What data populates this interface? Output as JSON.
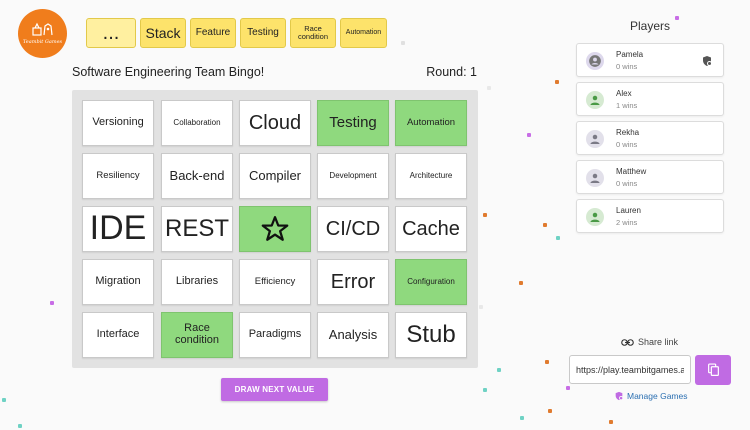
{
  "app": {
    "logo_text": "Teambit Games"
  },
  "history": {
    "more_label": "...",
    "called": [
      "Stack",
      "Feature",
      "Testing",
      "Race condition",
      "Automation"
    ]
  },
  "game": {
    "title": "Software Engineering Team Bingo!",
    "round_label": "Round:",
    "round_value": "1"
  },
  "board": {
    "cells": [
      [
        {
          "text": "Versioning",
          "marked": false
        },
        {
          "text": "Collaboration",
          "marked": false
        },
        {
          "text": "Cloud",
          "marked": false
        },
        {
          "text": "Testing",
          "marked": true
        },
        {
          "text": "Automation",
          "marked": true
        }
      ],
      [
        {
          "text": "Resiliency",
          "marked": false
        },
        {
          "text": "Back-end",
          "marked": false
        },
        {
          "text": "Compiler",
          "marked": false
        },
        {
          "text": "Development",
          "marked": false
        },
        {
          "text": "Architecture",
          "marked": false
        }
      ],
      [
        {
          "text": "IDE",
          "marked": false
        },
        {
          "text": "REST",
          "marked": false
        },
        {
          "text": "",
          "icon": "star-icon",
          "marked": true
        },
        {
          "text": "CI/CD",
          "marked": false
        },
        {
          "text": "Cache",
          "marked": false
        }
      ],
      [
        {
          "text": "Migration",
          "marked": false
        },
        {
          "text": "Libraries",
          "marked": false
        },
        {
          "text": "Efficiency",
          "marked": false
        },
        {
          "text": "Error",
          "marked": false
        },
        {
          "text": "Configuration",
          "marked": true
        }
      ],
      [
        {
          "text": "Interface",
          "marked": false
        },
        {
          "text": "Race condition",
          "marked": true
        },
        {
          "text": "Paradigms",
          "marked": false
        },
        {
          "text": "Analysis",
          "marked": false
        },
        {
          "text": "Stub",
          "marked": false
        }
      ]
    ]
  },
  "actions": {
    "draw_next_label": "DRAW NEXT VALUE"
  },
  "players": {
    "title": "Players",
    "list": [
      {
        "name": "Pamela",
        "wins": "0 wins",
        "role": "host"
      },
      {
        "name": "Alex",
        "wins": "1 wins",
        "role": "player"
      },
      {
        "name": "Rekha",
        "wins": "0 wins",
        "role": "player-grey"
      },
      {
        "name": "Matthew",
        "wins": "0 wins",
        "role": "player-grey"
      },
      {
        "name": "Lauren",
        "wins": "2 wins",
        "role": "player"
      }
    ]
  },
  "share": {
    "label": "Share link",
    "url": "https://play.teambitgames.a",
    "manage_label": "Manage Games"
  },
  "colors": {
    "accent": "#c06be3",
    "marked": "#8fd97e",
    "chip": "#fde36b",
    "logo": "#f07d1c",
    "link": "#2b6fb1"
  }
}
